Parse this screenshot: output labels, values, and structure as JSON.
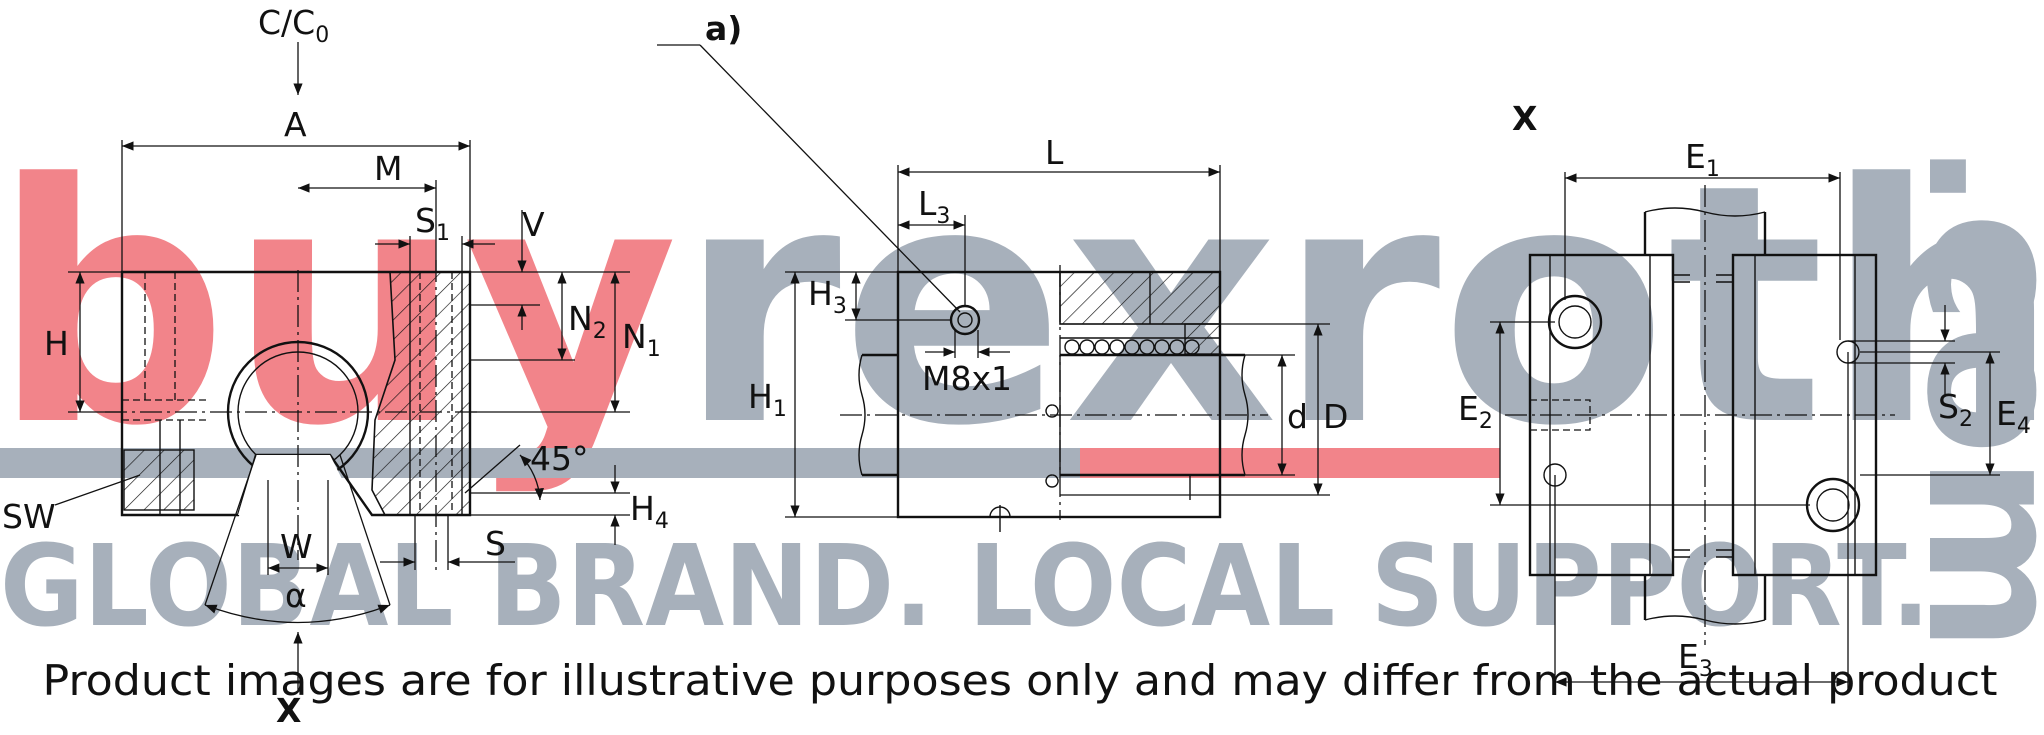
{
  "watermark": {
    "brand_part1": "buy",
    "brand_part2": "rexroth",
    "brand_suffix": ".com",
    "tagline": "GLOBAL BRAND. LOCAL SUPPORT.",
    "color_red": "#e8202a",
    "color_gray": "#5f6f83"
  },
  "disclaimer": "Product images are for illustrative purposes only and may differ from the actual product",
  "labels": {
    "load": {
      "main": "C/C",
      "sub": "0"
    },
    "A": "A",
    "M": "M",
    "S1": {
      "main": "S",
      "sub": "1"
    },
    "V": "V",
    "H": "H",
    "N2": {
      "main": "N",
      "sub": "2"
    },
    "N1": {
      "main": "N",
      "sub": "1"
    },
    "deg45": "45°",
    "H4": {
      "main": "H",
      "sub": "4"
    },
    "SW": "SW",
    "W": "W",
    "alpha": "α",
    "S": "S",
    "X_bottom": "X",
    "note_a": "a)",
    "L": "L",
    "L3": {
      "main": "L",
      "sub": "3"
    },
    "H3": {
      "main": "H",
      "sub": "3"
    },
    "H1": {
      "main": "H",
      "sub": "1"
    },
    "M8x1": "M8x1",
    "d": "d",
    "D": "D",
    "X_right": "X",
    "E1": {
      "main": "E",
      "sub": "1"
    },
    "E2": {
      "main": "E",
      "sub": "2"
    },
    "E3": {
      "main": "E",
      "sub": "3"
    },
    "E4": {
      "main": "E",
      "sub": "4"
    },
    "S2": {
      "main": "S",
      "sub": "2"
    }
  }
}
